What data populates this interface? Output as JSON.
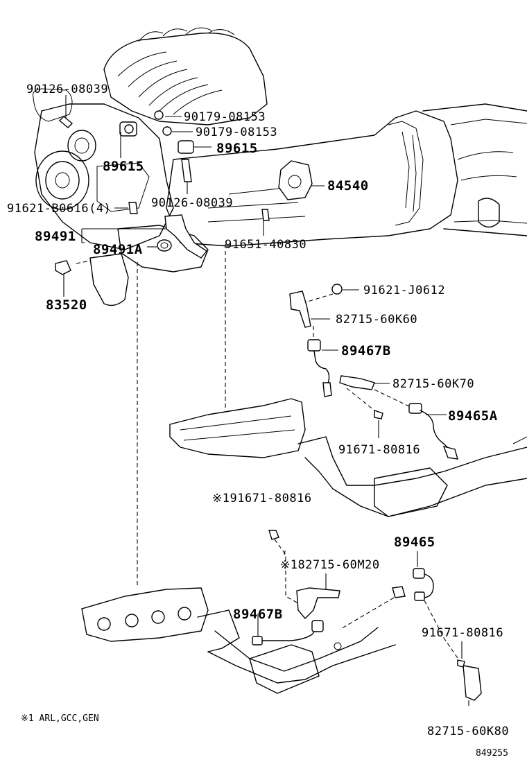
{
  "callouts": [
    {
      "id": "c1",
      "text": "90126-08039"
    },
    {
      "id": "c2",
      "text": "90179-08153"
    },
    {
      "id": "c3",
      "text": "90179-08153"
    },
    {
      "id": "c4",
      "text": "89615"
    },
    {
      "id": "c5",
      "text": "89615"
    },
    {
      "id": "c6",
      "text": "84540"
    },
    {
      "id": "c7",
      "text": "91621-B0616(4)"
    },
    {
      "id": "c8",
      "text": "90126-08039"
    },
    {
      "id": "c9",
      "text": "89491"
    },
    {
      "id": "c10",
      "text": "89491A"
    },
    {
      "id": "c11",
      "text": "91651-40830"
    },
    {
      "id": "c12",
      "text": "83520"
    },
    {
      "id": "c13",
      "text": "91621-J0612"
    },
    {
      "id": "c14",
      "text": "82715-60K60"
    },
    {
      "id": "c15",
      "text": "89467B"
    },
    {
      "id": "c16",
      "text": "82715-60K70"
    },
    {
      "id": "c17",
      "text": "89465A"
    },
    {
      "id": "c18",
      "text": "91671-80816"
    },
    {
      "id": "c19",
      "text": "※191671-80816"
    },
    {
      "id": "c20",
      "text": "89465"
    },
    {
      "id": "c21",
      "text": "※182715-60M20"
    },
    {
      "id": "c22",
      "text": "89467B"
    },
    {
      "id": "c23",
      "text": "91671-80816"
    },
    {
      "id": "c24",
      "text": "82715-60K80"
    }
  ],
  "footnote": "※1 ARL,GCC,GEN",
  "figure_number": "849255"
}
